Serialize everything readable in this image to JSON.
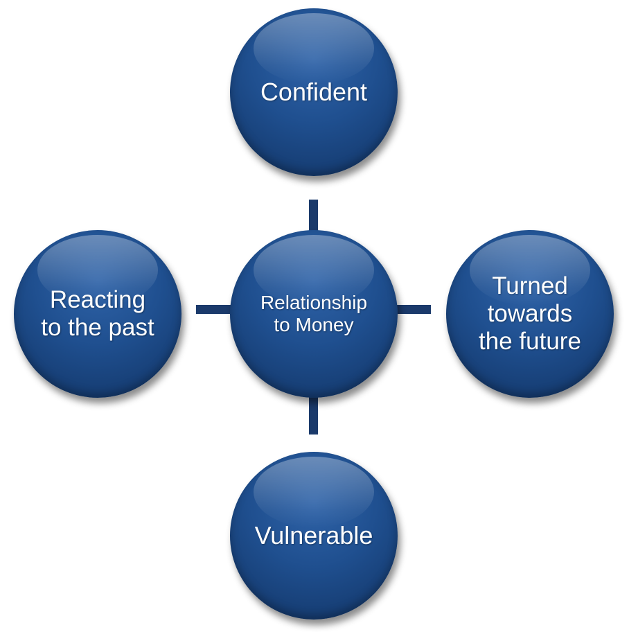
{
  "diagram": {
    "center": {
      "label": "Relationship\nto Money"
    },
    "top": {
      "label": "Confident"
    },
    "left": {
      "label": "Reacting\nto the past"
    },
    "right": {
      "label": "Turned\ntowards\nthe future"
    },
    "bottom": {
      "label": "Vulnerable"
    }
  },
  "colors": {
    "node_fill": "#1f4f8f",
    "connector": "#1b3a6b",
    "text": "#ffffff"
  }
}
